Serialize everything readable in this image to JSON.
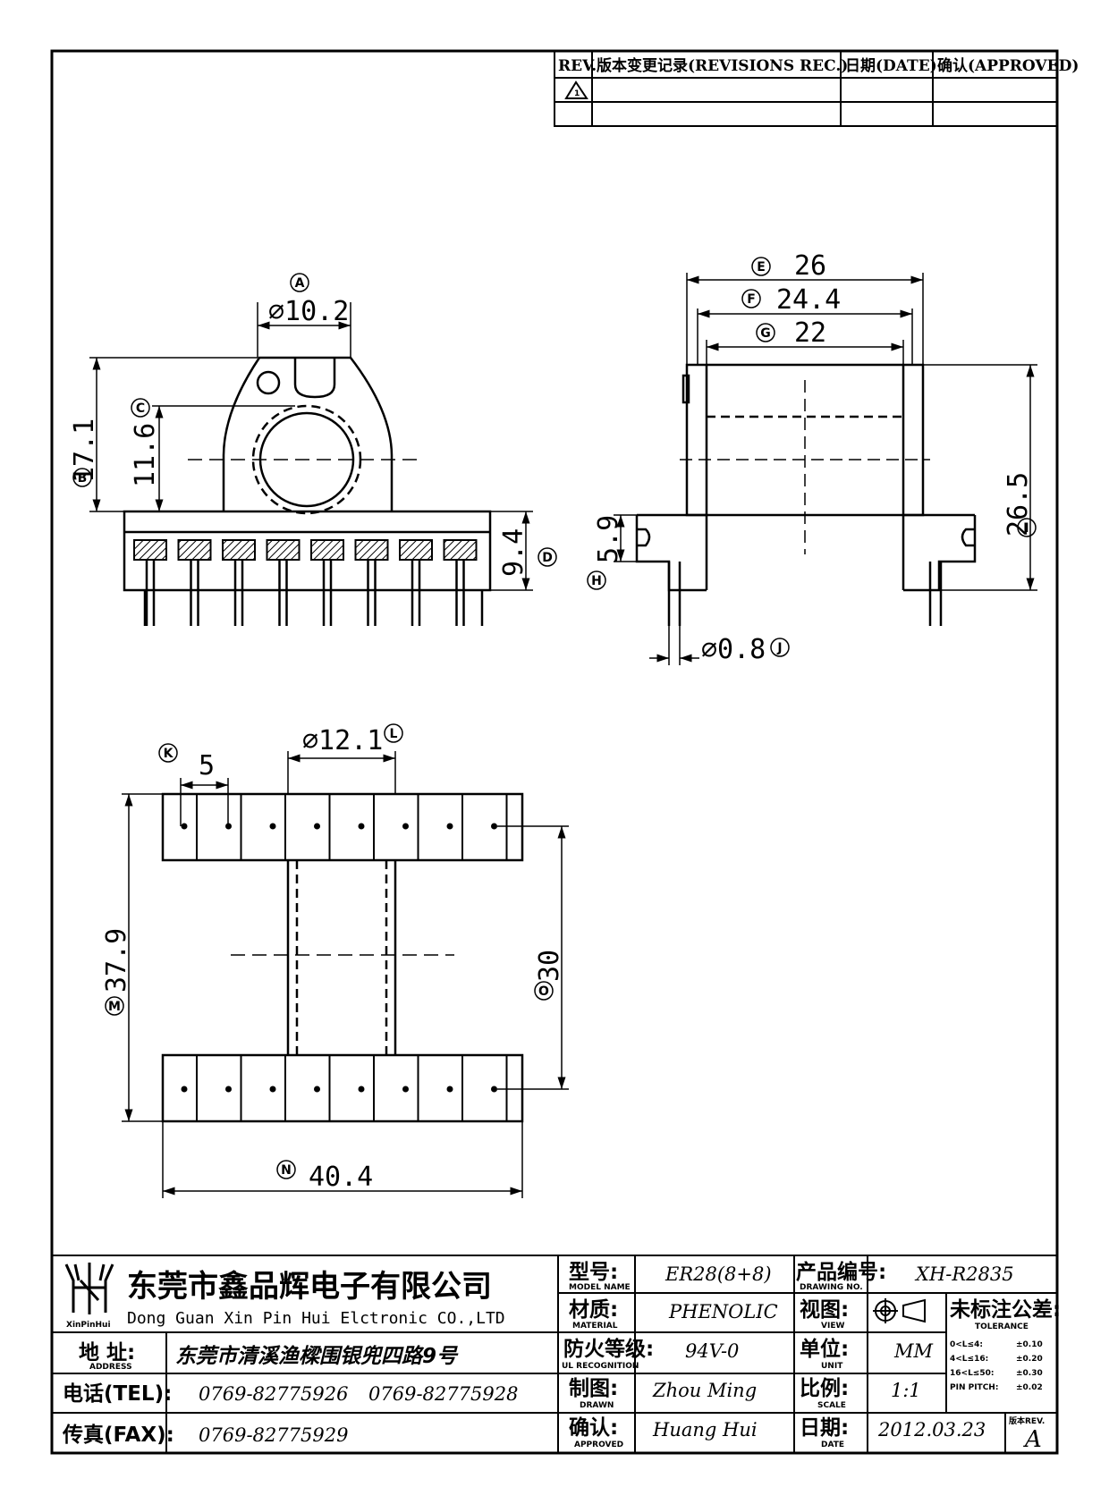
{
  "revision_table": {
    "headers": [
      "REV.",
      "版本变更记录(REVISIONS REC.)",
      "日期(DATE)",
      "确认(APPROVED)"
    ],
    "rev_symbol": "1"
  },
  "dimensions": {
    "front": {
      "A": "⌀10.2",
      "B": "17.1",
      "C": "11.6",
      "D": "9.4"
    },
    "side": {
      "E": "26",
      "F": "24.4",
      "G": "22",
      "H": "5.9",
      "I": "26.5",
      "J": "⌀0.8"
    },
    "bottom": {
      "K": "5",
      "L": "⌀12.1",
      "M": "37.9",
      "N": "40.4",
      "O": "30"
    }
  },
  "markers": [
    "A",
    "B",
    "C",
    "D",
    "E",
    "F",
    "G",
    "H",
    "I",
    "J",
    "K",
    "L",
    "M",
    "N",
    "O"
  ],
  "title_block": {
    "logo_text": "XinPinHui",
    "company_cn": "东莞市鑫品辉电子有限公司",
    "company_en": "Dong Guan Xin Pin Hui Elctronic CO.,LTD",
    "address_label": "地  址:",
    "address_label_en": "ADDRESS",
    "address": "东莞市清溪渔樑围银兜四路9号",
    "tel_label": "电话(TEL):",
    "tel1": "0769-82775926",
    "tel2": "0769-82775928",
    "fax_label": "传真(FAX):",
    "fax": "0769-82775929",
    "model_label": "型号:",
    "model_label_en": "MODEL NAME",
    "model": "ER28(8+8)",
    "material_label": "材质:",
    "material_label_en": "MATERIAL",
    "material": "PHENOLIC",
    "flame_label": "防火等级:",
    "flame_label_en": "UL RECOGNITION",
    "flame": "94V-0",
    "drawn_label": "制图:",
    "drawn_label_en": "DRAWN",
    "drawn": "Zhou Ming",
    "approved_label": "确认:",
    "approved_label_en": "APPROVED",
    "approved": "Huang Hui",
    "drawing_no_label": "产品编号:",
    "drawing_no_label_en": "DRAWING NO.",
    "drawing_no": "XH-R2835",
    "view_label": "视图:",
    "view_label_en": "VIEW",
    "unit_label": "单位:",
    "unit_label_en": "UNIT",
    "unit": "MM",
    "scale_label": "比例:",
    "scale_label_en": "SCALE",
    "scale": "1:1",
    "date_label": "日期:",
    "date_label_en": "DATE",
    "date": "2012.03.23",
    "tolerance_label": "未标注公差:",
    "tolerance_label_en": "TOLERANCE",
    "tolerances": [
      {
        "range": "0<L≤4:",
        "value": "±0.10"
      },
      {
        "range": "4<L≤16:",
        "value": "±0.20"
      },
      {
        "range": "16<L≤50:",
        "value": "±0.30"
      },
      {
        "range": "PIN PITCH:",
        "value": "±0.02"
      }
    ],
    "version_label": "版本REV.",
    "version": "A"
  }
}
